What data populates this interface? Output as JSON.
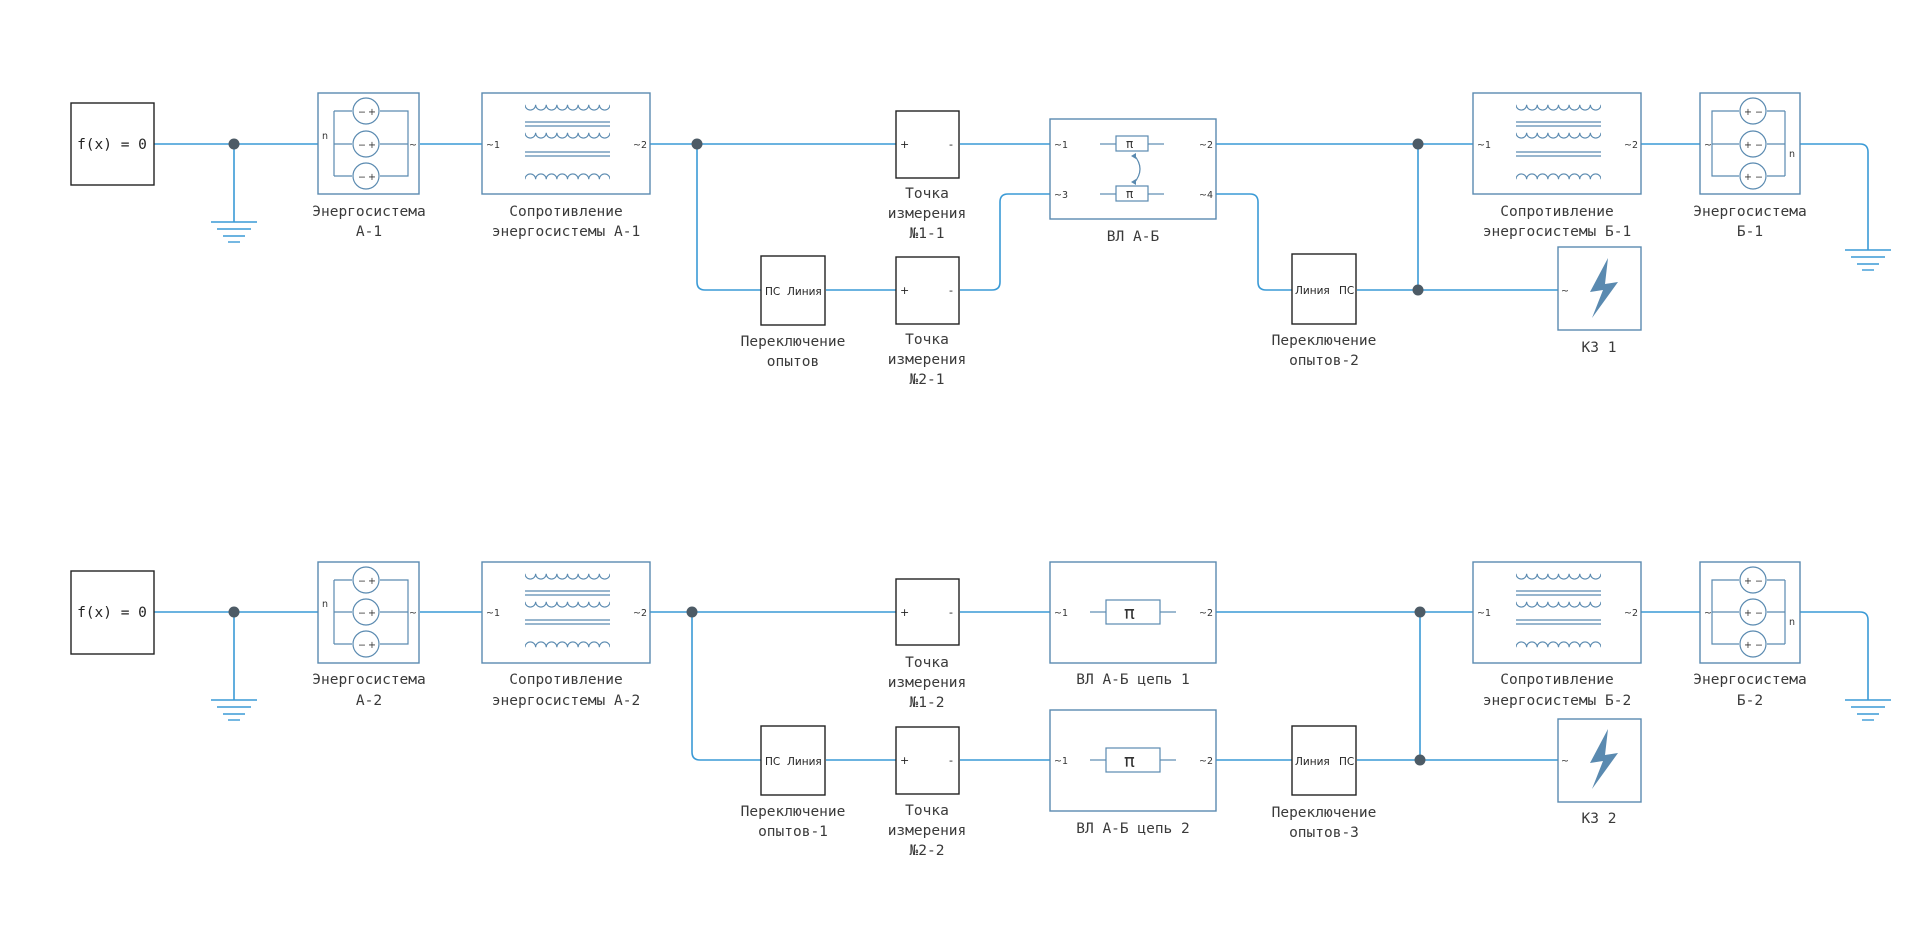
{
  "colors": {
    "wire": "#3a9ad6",
    "block": "#5a8ab0",
    "node": "#4d5b66",
    "text": "#3a3a3a"
  },
  "top": {
    "solver": "f(x) = 0",
    "source_a": [
      "Энергосистема",
      "А-1"
    ],
    "imp_a": [
      "Сопротивление",
      "энергосистемы А-1"
    ],
    "meas1": [
      "Точка",
      "измерения",
      "№1-1"
    ],
    "meas2": [
      "Точка",
      "измерения",
      "№2-1"
    ],
    "switch1": [
      "Переключение",
      "опытов"
    ],
    "switch1_ports": {
      "left": "ПС",
      "right": "Линия"
    },
    "line": [
      "ВЛ А-Б"
    ],
    "line_ports": {
      "p1": "~1",
      "p2": "~2",
      "p3": "~3",
      "p4": "~4"
    },
    "switch2": [
      "Переключение",
      "опытов-2"
    ],
    "switch2_ports": {
      "left": "Линия",
      "right": "ПС"
    },
    "imp_b": [
      "Сопротивление",
      "энергосистемы Б-1"
    ],
    "source_b": [
      "Энергосистема",
      "Б-1"
    ],
    "fault": [
      "КЗ 1"
    ]
  },
  "bottom": {
    "solver": "f(x) = 0",
    "source_a": [
      "Энергосистема",
      "А-2"
    ],
    "imp_a": [
      "Сопротивление",
      "энергосистемы А-2"
    ],
    "meas1": [
      "Точка",
      "измерения",
      "№1-2"
    ],
    "meas2": [
      "Точка",
      "измерения",
      "№2-2"
    ],
    "switch1": [
      "Переключение",
      "опытов-1"
    ],
    "switch1_ports": {
      "left": "ПС",
      "right": "Линия"
    },
    "line1": [
      "ВЛ А-Б цепь 1"
    ],
    "line2": [
      "ВЛ А-Б цепь 2"
    ],
    "switch2": [
      "Переключение",
      "опытов-3"
    ],
    "switch2_ports": {
      "left": "Линия",
      "right": "ПС"
    },
    "imp_b": [
      "Сопротивление",
      "энергосистемы Б-2"
    ],
    "source_b": [
      "Энергосистема",
      "Б-2"
    ],
    "fault": [
      "КЗ 2"
    ]
  },
  "ports": {
    "p1": "~1",
    "p2": "~2",
    "tilde": "~",
    "n": "n",
    "plus": "+",
    "minus": "-"
  }
}
